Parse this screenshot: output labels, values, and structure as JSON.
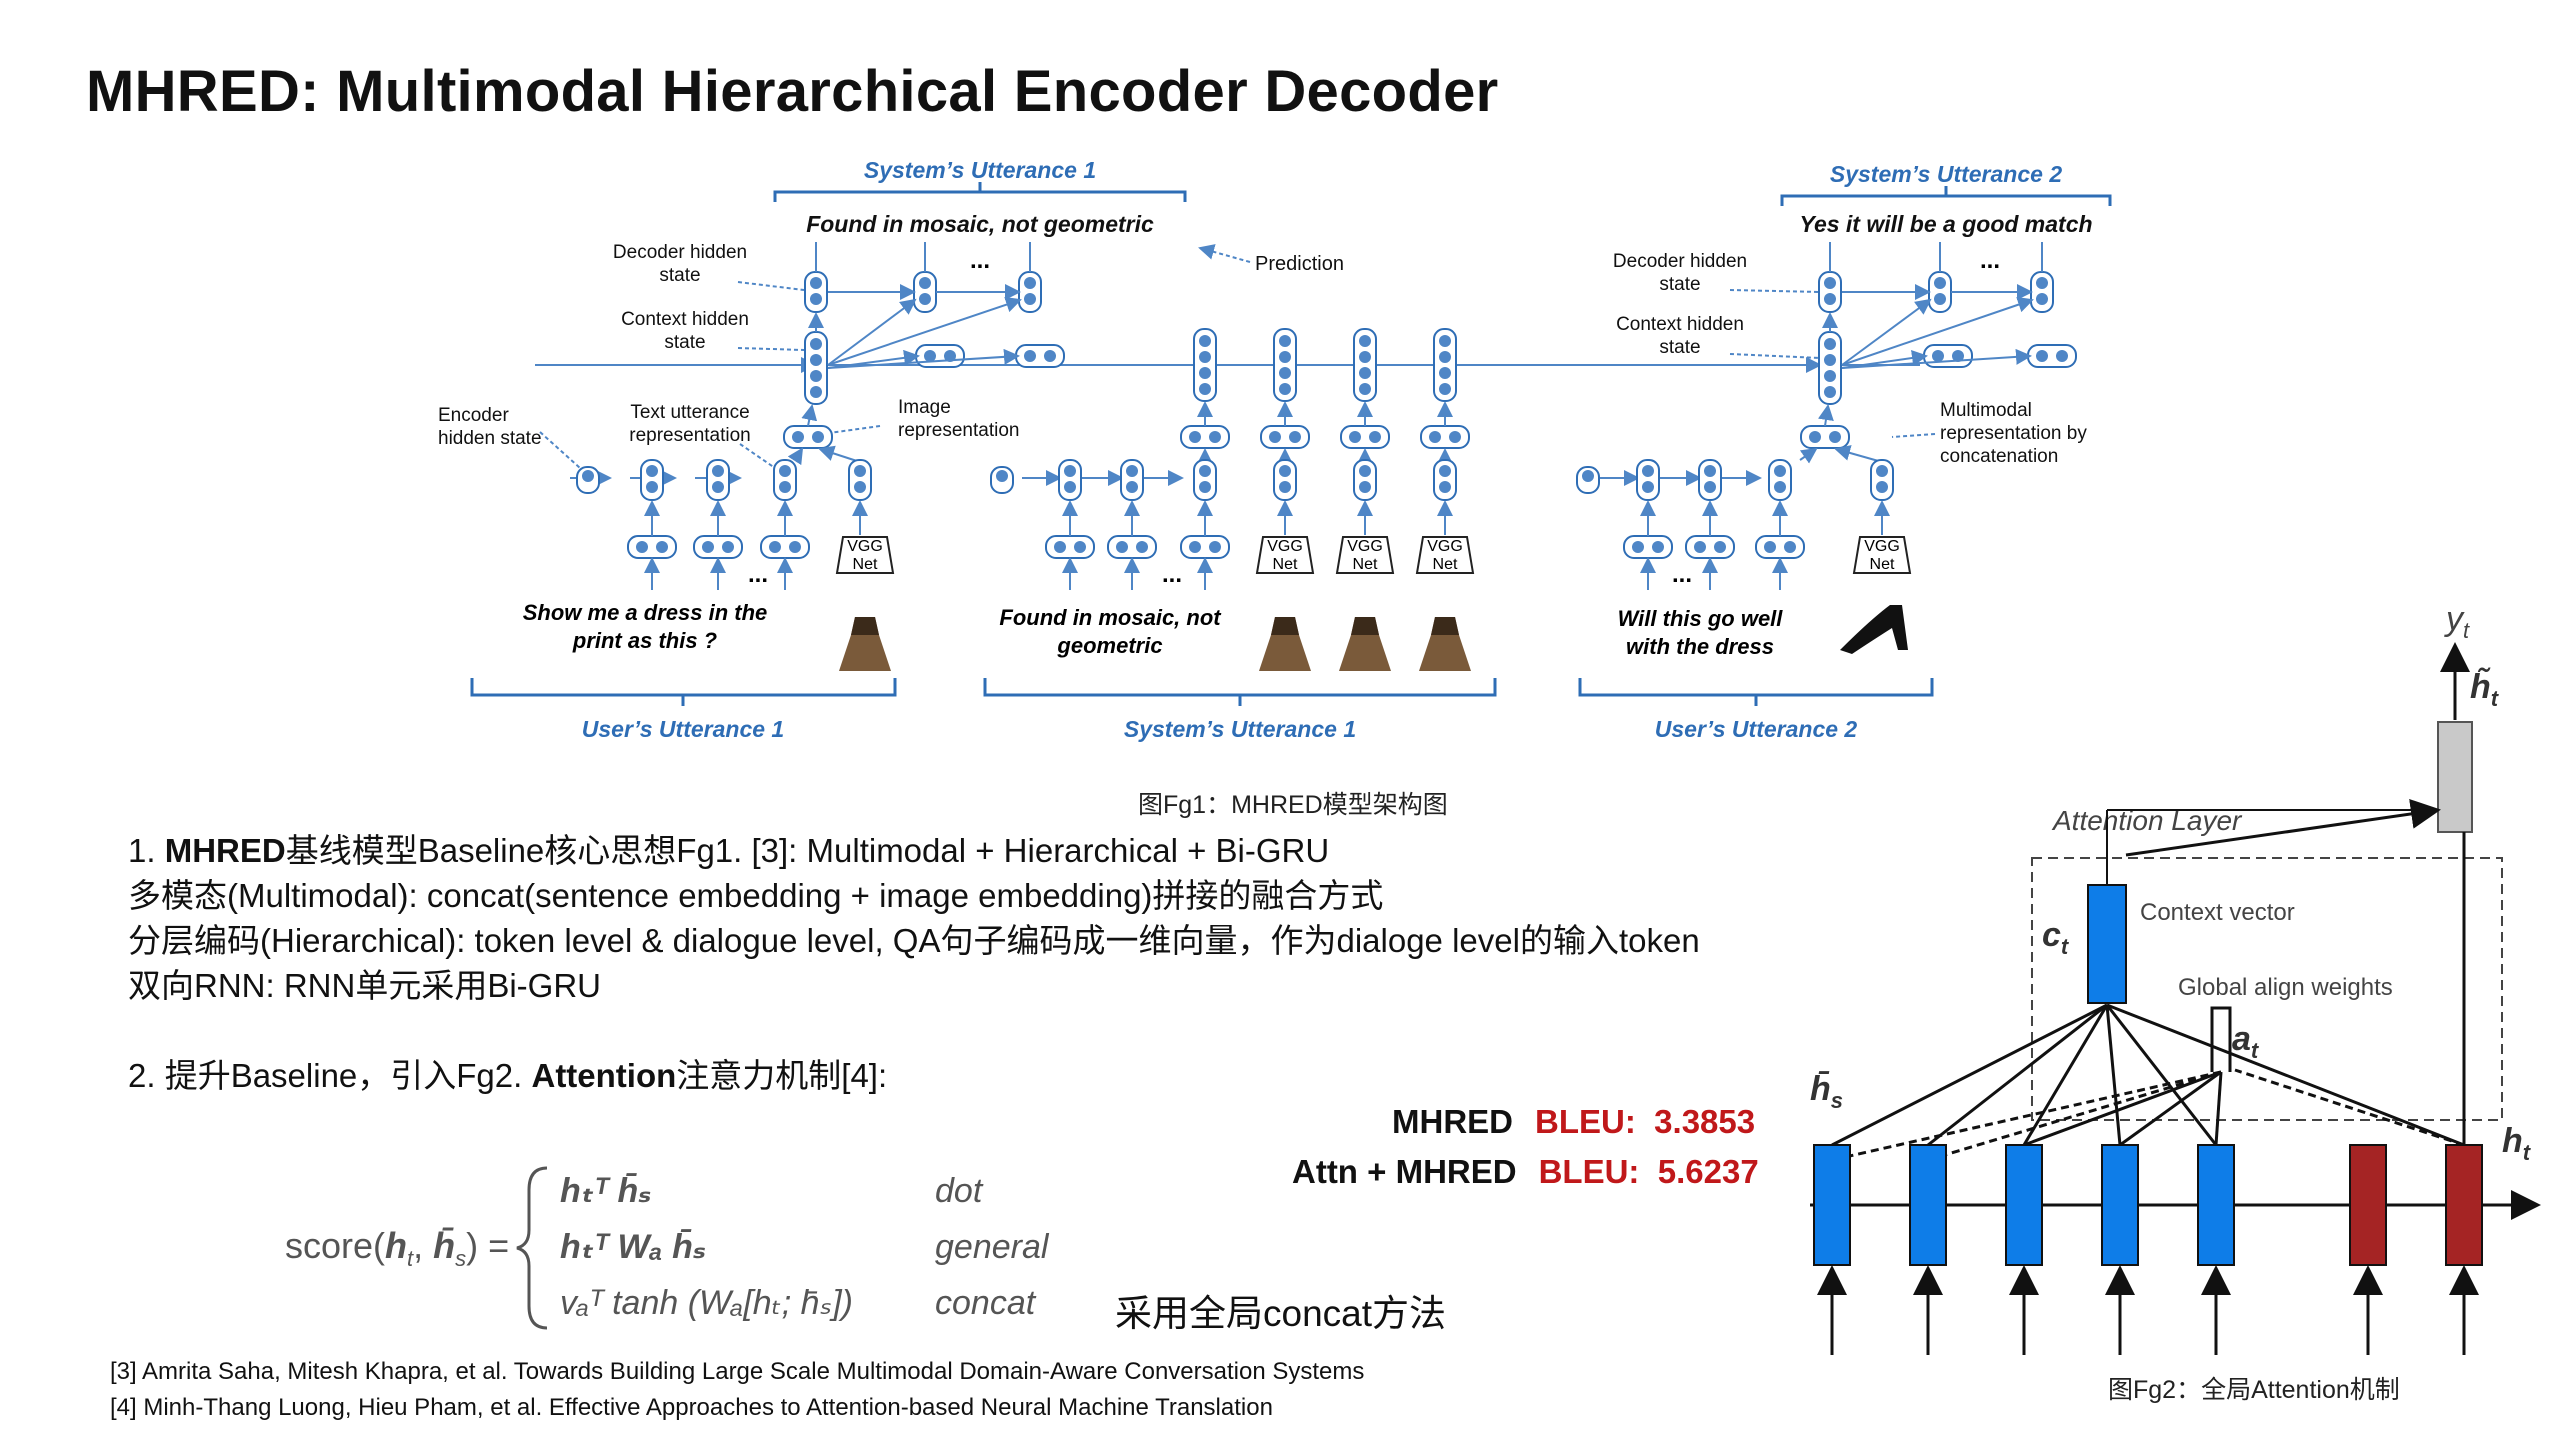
{
  "title": "MHRED: Multimodal Hierarchical Encoder Decoder",
  "fig1": {
    "caption": "图Fg1：MHRED模型架构图",
    "sys_utt1_top": "System’s Utterance 1",
    "found_text": "Found in mosaic, not geometric",
    "prediction": "Prediction",
    "decoder_hidden_1": [
      "Decoder hidden",
      "state"
    ],
    "context_hidden_1": [
      "Context hidden",
      "state"
    ],
    "encoder_hidden": [
      "Encoder",
      "hidden state"
    ],
    "text_utt_repr": [
      "Text utterance",
      "representation"
    ],
    "image_repr": [
      "Image",
      "representation"
    ],
    "vgg": [
      "VGG",
      "Net"
    ],
    "show_me": [
      "Show me a dress in the",
      "print as this ?"
    ],
    "found_bottom": [
      "Found in mosaic, not",
      "geometric"
    ],
    "will_this": [
      "Will this go well",
      "with the dress"
    ],
    "user_utt1": "User’s Utterance 1",
    "sys_utt1_bottom": "System’s Utterance 1",
    "user_utt2": "User’s Utterance 2",
    "sys_utt2_top": "System’s Utterance 2",
    "yes_text": "Yes it will be a good match",
    "decoder_hidden_2": [
      "Decoder hidden",
      "state"
    ],
    "context_hidden_2": [
      "Context hidden",
      "state"
    ],
    "multimodal_repr": [
      "Multimodal",
      "representation by",
      "concatenation"
    ],
    "dots": "..."
  },
  "text": {
    "line1_prefix": "1. ",
    "line1_bold": "MHRED",
    "line1_rest": "基线模型Baseline核心思想Fg1. [3]: Multimodal + Hierarchical + Bi-GRU",
    "line2": "多模态(Multimodal): concat(sentence embedding + image embedding)拼接的融合方式",
    "line3": "分层编码(Hierarchical): token level & dialogue level, QA句子编码成一维向量，作为dialoge level的输入token",
    "line4": "双向RNN: RNN单元采用Bi-GRU",
    "line5_prefix": "2. 提升Baseline，引入Fg2. ",
    "line5_bold": "Attention",
    "line5_rest": "注意力机制[4]:"
  },
  "bleu": {
    "row1_model": "MHRED",
    "row1_label": "BLEU:",
    "row1_value": "3.3853",
    "row2_model": "Attn + MHRED",
    "row2_label": "BLEU:",
    "row2_value": "5.6237"
  },
  "formula": {
    "lhs": "score(",
    "lhs_h": "h",
    "lhs_t": "t",
    "lhs_comma": ", ",
    "lhs_hs": "h̄",
    "lhs_s": "s",
    "lhs_close": ") =",
    "row1": "hₜᵀ h̄ₛ",
    "row2": "hₜᵀ Wₐ h̄ₛ",
    "row3_a": "vₐᵀ tanh (Wₐ[hₜ; h̄ₛ])",
    "dot": "dot",
    "general": "general",
    "concat": "concat"
  },
  "method_note": "采用全局concat方法",
  "refs": {
    "r3": "[3] Amrita Saha, Mitesh Khapra, et al. Towards Building Large Scale Multimodal Domain-Aware Conversation Systems",
    "r4": "[4] Minh-Thang Luong, Hieu Pham, et al. Effective Approaches to Attention-based Neural Machine Translation"
  },
  "fig2": {
    "caption": "图Fg2：全局Attention机制",
    "y_t": "y",
    "y_sub": "t",
    "h_tilde": "h̃",
    "h_tilde_sub": "t",
    "attention_layer": "Attention Layer",
    "c_t": "c",
    "c_sub": "t",
    "context_vector": "Context vector",
    "global_align": "Global align weights",
    "a_t": "a",
    "a_sub": "t",
    "h_s": "h̄",
    "h_s_sub": "s",
    "h_t": "h",
    "h_t_sub": "t"
  },
  "colors": {
    "accent_blue": "#2e6db5",
    "node_blue": "#4f86c6",
    "bleu_red": "#c0181a",
    "attn_blue": "#0e7de8",
    "attn_red": "#a52424"
  }
}
